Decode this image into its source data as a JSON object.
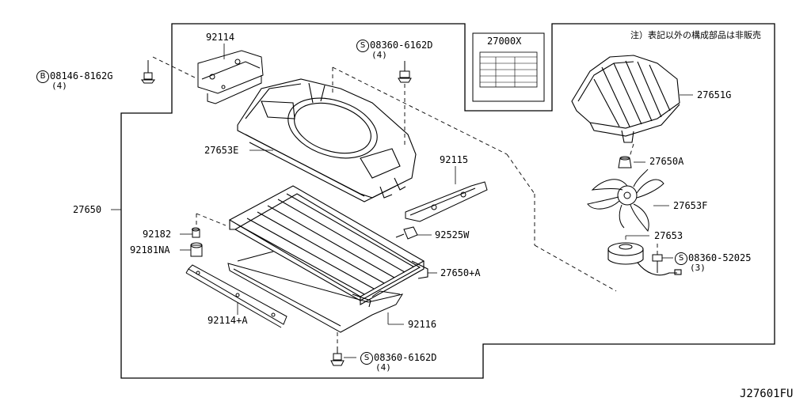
{
  "note": "注）表記以外の構成部品は非販売",
  "diagram_code": "J27601FU",
  "label_box": "27000X",
  "parts": {
    "p92114": "92114",
    "p08146": "08146-8162G",
    "p08146_qty": "(4)",
    "p08146_sym": "B",
    "p08360_top": "08360-6162D",
    "p08360_top_qty": "(4)",
    "p08360_top_sym": "S",
    "p27653E": "27653E",
    "p27650": "27650",
    "p92115": "92115",
    "p92182": "92182",
    "p92181NA": "92181NA",
    "p92525W": "92525W",
    "p27650A_plus": "27650+A",
    "p92114A": "92114+A",
    "p92116": "92116",
    "p08360_bot": "08360-6162D",
    "p08360_bot_qty": "(4)",
    "p08360_bot_sym": "S",
    "p27651G": "27651G",
    "p27650A": "27650A",
    "p27653F": "27653F",
    "p27653": "27653",
    "p08360_52025": "08360-52025",
    "p08360_52025_qty": "(3)",
    "p08360_52025_sym": "S"
  }
}
